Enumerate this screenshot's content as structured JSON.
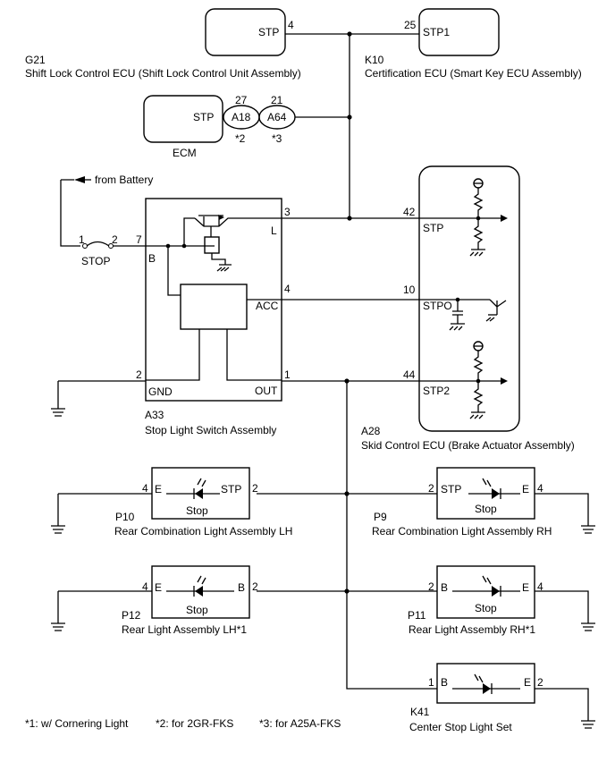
{
  "components": {
    "g21": {
      "code": "G21",
      "name": "Shift Lock Control ECU (Shift Lock Control Unit Assembly)",
      "terminal": "STP",
      "pin": "4"
    },
    "k10": {
      "code": "K10",
      "name": "Certification ECU (Smart Key ECU Assembly)",
      "terminal": "STP1",
      "pin": "25"
    },
    "ecm": {
      "name": "ECM",
      "terminal": "STP",
      "conn_a": "A18",
      "pin_a": "27",
      "note_a": "*2",
      "conn_b": "A64",
      "pin_b": "21",
      "note_b": "*3"
    },
    "battery": {
      "label": "from Battery"
    },
    "fuse": {
      "label": "STOP",
      "pin1": "1",
      "pin2": "2"
    },
    "a33": {
      "code": "A33",
      "name": "Stop Light Switch Assembly",
      "t_b": "B",
      "pin_b": "7",
      "t_l": "L",
      "pin_l": "3",
      "t_acc": "ACC",
      "pin_acc": "4",
      "t_gnd": "GND",
      "pin_gnd": "2",
      "t_out": "OUT",
      "pin_out": "1"
    },
    "a28": {
      "code": "A28",
      "name": "Skid Control ECU (Brake Actuator Assembly)",
      "t_stp": "STP",
      "pin_stp": "42",
      "t_stpo": "STPO",
      "pin_stpo": "10",
      "t_stp2": "STP2",
      "pin_stp2": "44"
    },
    "p10": {
      "code": "P10",
      "name": "Rear Combination Light Assembly LH",
      "t_left": "E",
      "pin_left": "4",
      "t_right": "STP",
      "pin_right": "2",
      "bulb": "Stop"
    },
    "p9": {
      "code": "P9",
      "name": "Rear Combination Light Assembly RH",
      "t_left": "STP",
      "pin_left": "2",
      "t_right": "E",
      "pin_right": "4",
      "bulb": "Stop"
    },
    "p12": {
      "code": "P12",
      "name": "Rear Light Assembly LH*1",
      "t_left": "E",
      "pin_left": "4",
      "t_right": "B",
      "pin_right": "2",
      "bulb": "Stop"
    },
    "p11": {
      "code": "P11",
      "name": "Rear Light Assembly RH*1",
      "t_left": "B",
      "pin_left": "2",
      "t_right": "E",
      "pin_right": "4",
      "bulb": "Stop"
    },
    "k41": {
      "code": "K41",
      "name": "Center Stop Light Set",
      "t_left": "B",
      "pin_left": "1",
      "t_right": "E",
      "pin_right": "2"
    }
  },
  "footnotes": {
    "n1": "*1: w/ Cornering Light",
    "n2": "*2: for 2GR-FKS",
    "n3": "*3: for A25A-FKS"
  }
}
